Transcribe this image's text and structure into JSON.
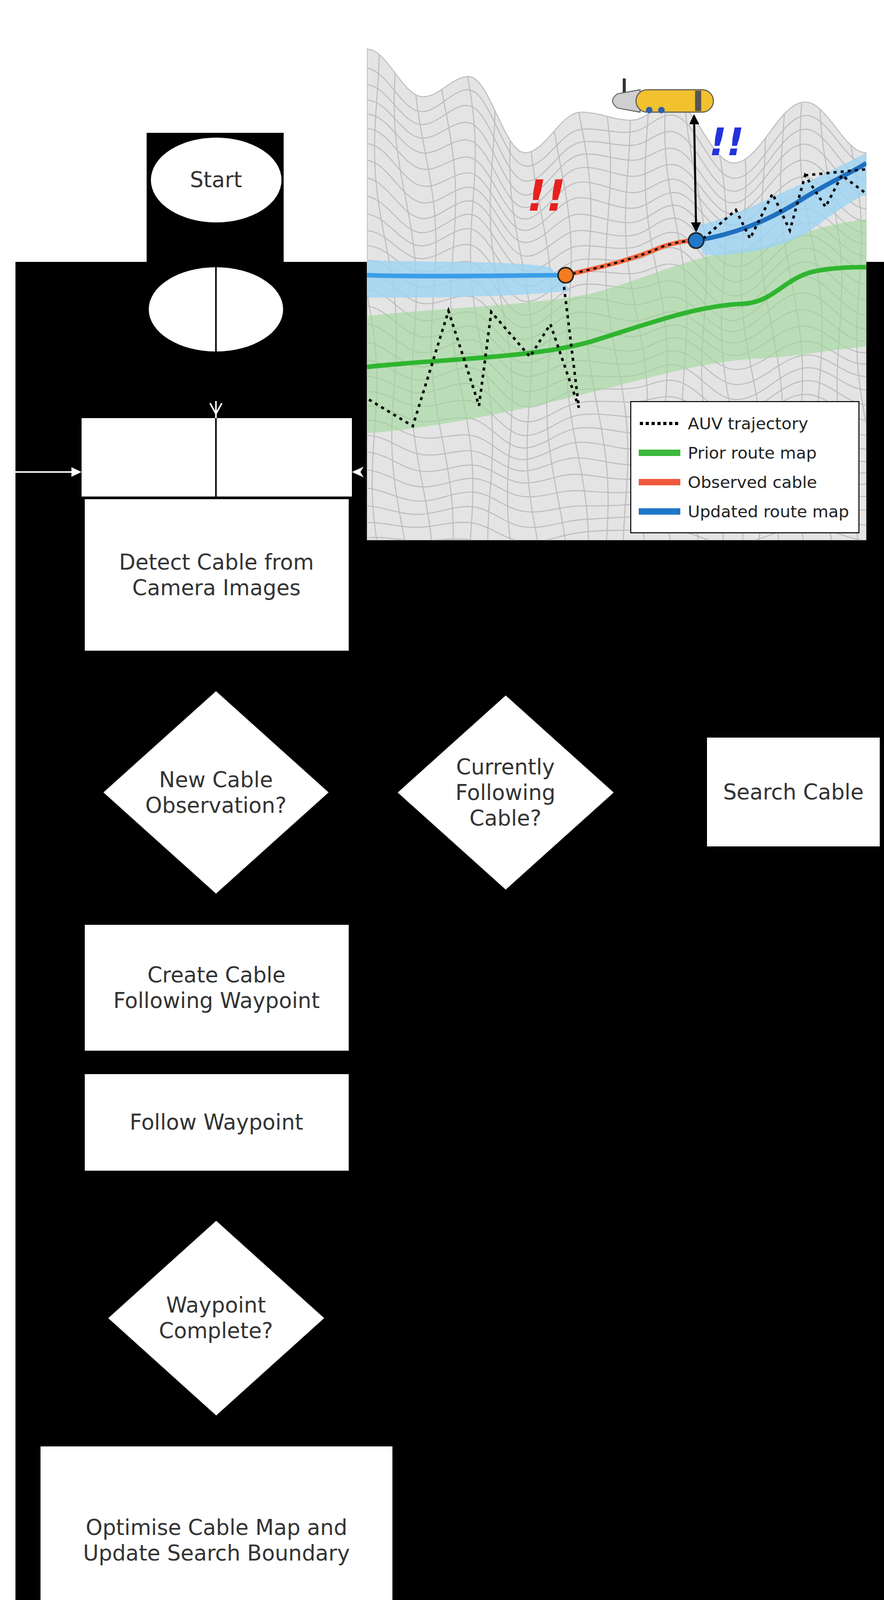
{
  "diagram": {
    "nodes": [
      {
        "text": [
          "Start"
        ]
      },
      {
        "text": [
          "Detect Cable from Camera Images"
        ]
      },
      {
        "text": [
          "New Cable Observation?"
        ]
      },
      {
        "text": [
          "Currently Following Cable?"
        ]
      },
      {
        "text": [
          "Search Cable"
        ]
      },
      {
        "text": [
          "Create Cable Following Waypoint"
        ]
      },
      {
        "text": [
          "Follow Waypoint"
        ]
      },
      {
        "text": [
          "Waypoint Complete?"
        ]
      },
      {
        "text": [
          "Optimise Cable Map and Update Search Boundary"
        ]
      }
    ],
    "labels": [
      "!!",
      "!!"
    ],
    "legend": [
      {
        "text": "AUV trajectory"
      },
      {
        "text": "Prior route map",
        "color": "#3db83d"
      },
      {
        "text": "Observed cable",
        "color": "#f05a3c"
      },
      {
        "text": "Updated route map",
        "color": "#1f77c9"
      }
    ]
  }
}
